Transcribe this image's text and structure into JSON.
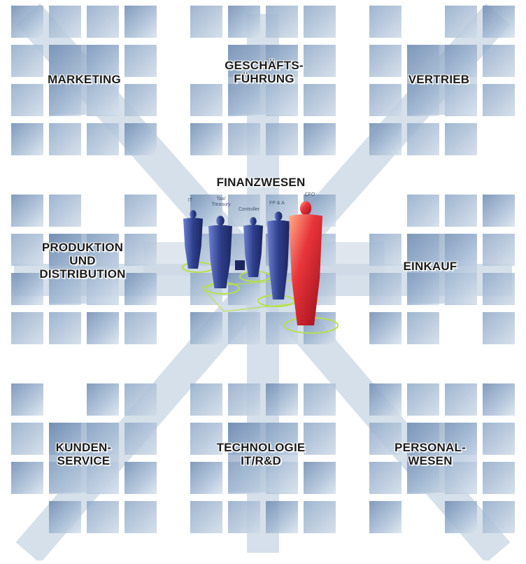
{
  "labels": {
    "marketing": "MARKETING",
    "geschaeftsfuehrung": "GESCHÄFTS-\nFÜHRUNG",
    "vertrieb": "VERTRIEB",
    "finanzwesen": "FINANZWESEN",
    "produktion": "PRODUKTION\nUND\nDISTRIBUTION",
    "einkauf": "EINKAUF",
    "kundenservice": "KUNDEN-\nSERVICE",
    "technologie": "TECHNOLOGIE\nIT/R&D",
    "personalwesen": "PERSONAL-\nWESEN"
  },
  "figure_labels": {
    "it": "IT",
    "tax_treasury": "Tax/\nTreasury",
    "controller": "Controller",
    "fpa": "FP & A",
    "cfo": "CFO"
  },
  "colors": {
    "tile_light": "#b9c9dc",
    "tile_dark": "#5f7ea5",
    "tile_mid": "#8ba6c4",
    "spoke": "#c9d6e3",
    "figure_blue": "#2e3f8c",
    "figure_red": "#e0202a",
    "ring_green": "#b6e04a"
  }
}
